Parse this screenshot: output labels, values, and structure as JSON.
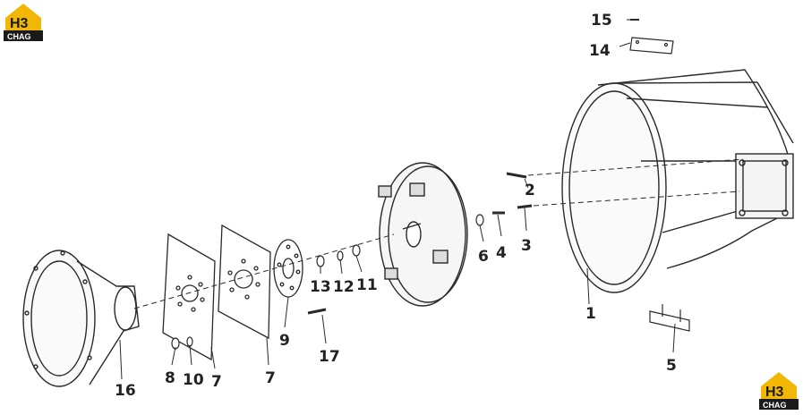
{
  "logo": {
    "mark": "H3",
    "sub": "CHAG",
    "colors": {
      "yellow": "#f2b705",
      "dark": "#1a1a1a",
      "light": "#ffffff"
    }
  },
  "callouts": {
    "c1": "1",
    "c2": "2",
    "c3": "3",
    "c4": "4",
    "c5": "5",
    "c6": "6",
    "c7a": "7",
    "c7b": "7",
    "c8": "8",
    "c9": "9",
    "c10": "10",
    "c11": "11",
    "c12": "12",
    "c13": "13",
    "c14": "14",
    "c15": "15",
    "c16": "16",
    "c17": "17"
  },
  "colors": {
    "line": "#2a2a2a",
    "fill": "#f4f4f4"
  }
}
